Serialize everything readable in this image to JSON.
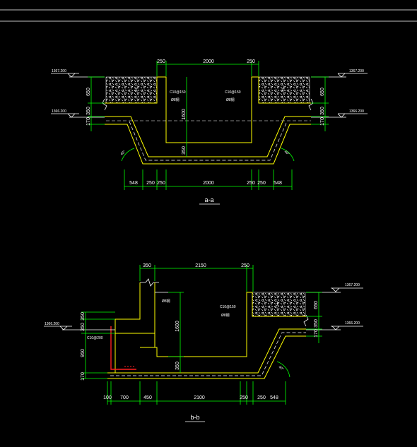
{
  "colors": {
    "background": "#000000",
    "dimension": "#00ff00",
    "outline": "#ffff00",
    "text": "#ffffff",
    "rebar": "#ff2020",
    "frame": "#ffffff"
  },
  "section_a": {
    "title": "a-a",
    "top_dims": [
      "250",
      "2000",
      "250"
    ],
    "bottom_dims": [
      "548",
      "250",
      "250",
      "2000",
      "250",
      "250",
      "548"
    ],
    "left_levels": [
      "1367.200",
      "1366.200"
    ],
    "right_levels": [
      "1367.200",
      "1366.200"
    ],
    "left_vert_dims": [
      "650",
      "350",
      "170"
    ],
    "right_vert_dims": [
      "650",
      "350",
      "170"
    ],
    "inner_dims": [
      "1600",
      "350"
    ],
    "angles": [
      "40°",
      "40°"
    ],
    "rebar_labels": [
      "C10@150",
      "C10@150"
    ],
    "rebar_sub": [
      "Ø8钢",
      "Ø8钢"
    ],
    "soil_marks": [
      "土",
      "土"
    ]
  },
  "section_b": {
    "title": "b-b",
    "top_dims": [
      "350",
      "2150",
      "250"
    ],
    "bottom_dims": [
      "100",
      "700",
      "450",
      "2100",
      "250",
      "250",
      "548"
    ],
    "left_level": "1366.200",
    "right_levels": [
      "1367.200",
      "1366.200"
    ],
    "left_vert_dims": [
      "350",
      "350",
      "950",
      "170"
    ],
    "right_vert_dims": [
      "650",
      "350",
      "170"
    ],
    "inner_dims": [
      "1600",
      "350"
    ],
    "angle": "40°",
    "rebar_labels": [
      "C10@150",
      "C10@200"
    ],
    "rebar_sub": [
      "Ø8钢",
      "Ø8钢"
    ],
    "soil_mark": "土"
  }
}
